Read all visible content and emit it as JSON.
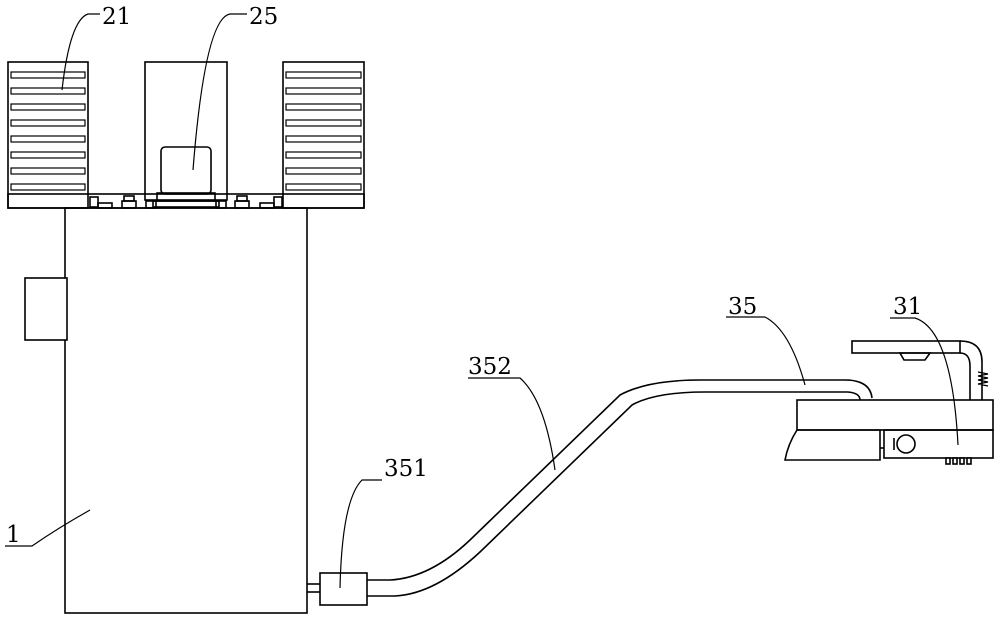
{
  "labels": {
    "l21": "21",
    "l25": "25",
    "l35": "35",
    "l31": "31",
    "l352": "352",
    "l351": "351",
    "l1": "1"
  }
}
